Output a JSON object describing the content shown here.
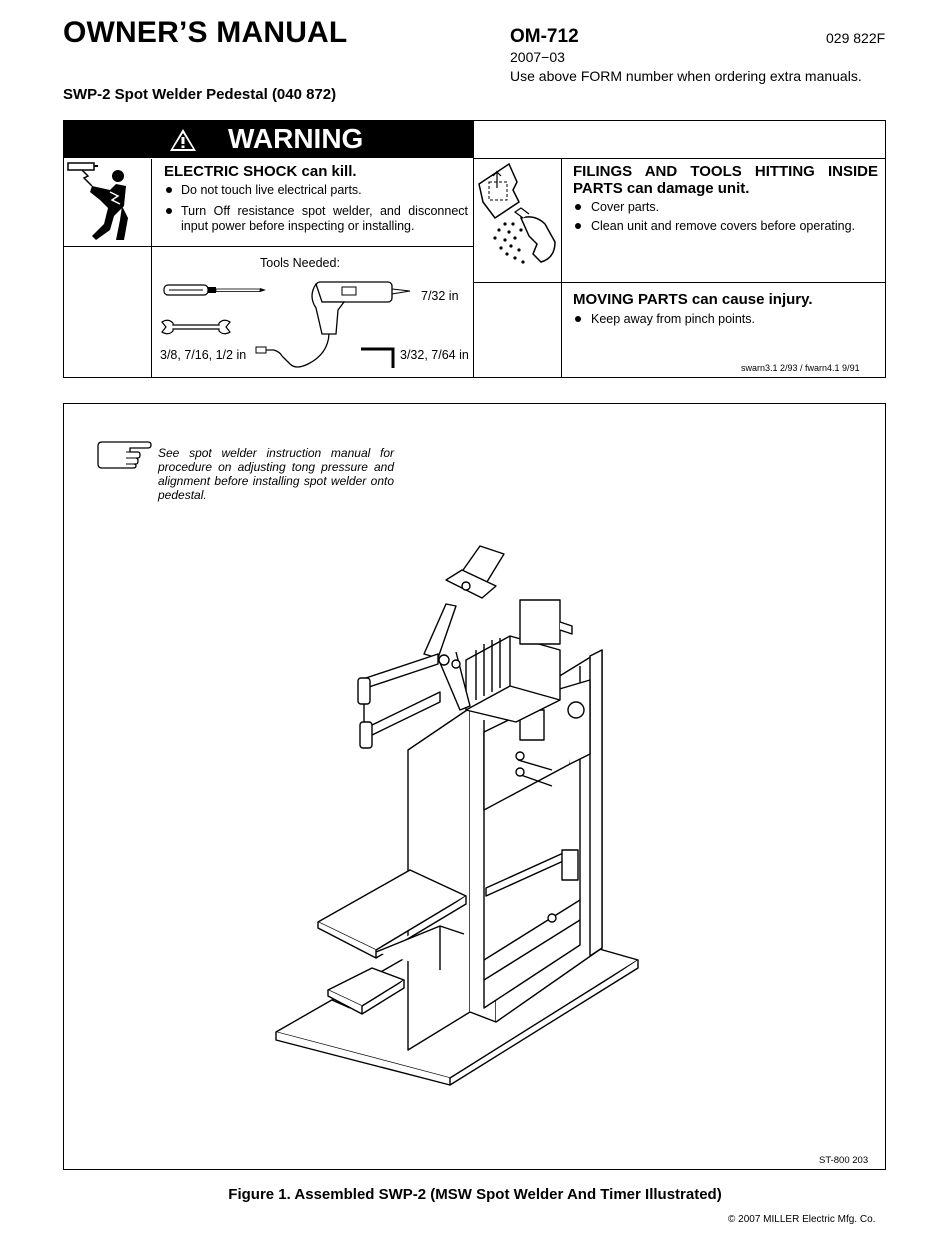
{
  "header": {
    "title": "OWNER’S MANUAL",
    "form_number": "OM-712",
    "part_number": "029 822F",
    "date": "2007−03",
    "form_note": "Use above FORM number when ordering extra manuals.",
    "subtitle": "SWP-2 Spot Welder Pedestal (040 872)"
  },
  "warning": {
    "banner": "WARNING",
    "electric_shock": {
      "title": "ELECTRIC SHOCK can kill.",
      "bullets": [
        "Do not touch live electrical parts.",
        "Turn Off resistance spot welder, and disconnect",
        "input power before inspecting or installing."
      ]
    },
    "filings": {
      "title_line1": "FILINGS AND TOOLS HITTING INSIDE",
      "title_line2": "PARTS can damage unit.",
      "bullets": [
        "Cover parts.",
        "Clean unit and remove covers before operating."
      ]
    },
    "moving_parts": {
      "title": "MOVING PARTS can cause injury.",
      "bullets": [
        "Keep away from pinch points."
      ]
    },
    "tools": {
      "label": "Tools Needed:",
      "drill_size": "7/32 in",
      "wrench_sizes": "3/8, 7/16, 1/2 in",
      "hex_sizes": "3/32, 7/64 in"
    },
    "codes": "swarn3.1 2/93 / fwarn4.1 9/91"
  },
  "figure": {
    "note": "See spot welder instruction manual for procedure on adjusting tong pressure and alignment before installing spot welder onto pedestal.",
    "code": "ST-800 203",
    "caption": "Figure 1. Assembled SWP-2 (MSW Spot Welder And Timer Illustrated)"
  },
  "footer": {
    "copyright": "© 2007 MILLER Electric Mfg. Co."
  }
}
